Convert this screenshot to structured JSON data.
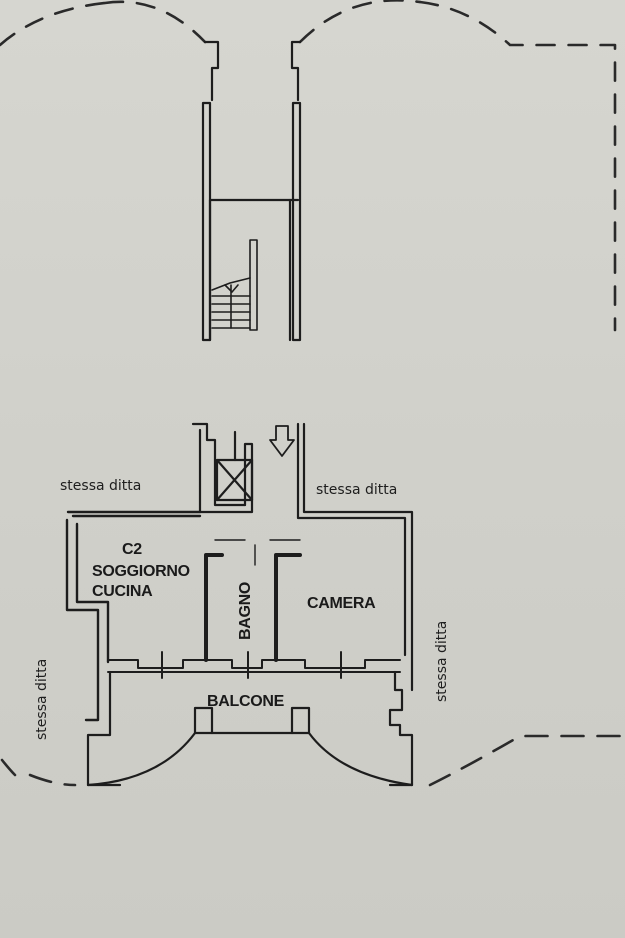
{
  "plan": {
    "unit_code": "C2",
    "rooms": {
      "living": [
        "SOGGIORNO",
        "CUCINA"
      ],
      "bathroom": "BAGNO",
      "bedroom": "CAMERA",
      "balcony": "BALCONE"
    },
    "neighbor_labels": {
      "top_left": "stessa ditta",
      "top_right": "stessa ditta",
      "left_side": "stessa ditta",
      "right_side": "stessa ditta"
    },
    "symbols": {
      "entrance": "down-arrow-icon",
      "elevator": "elevator-cross-icon",
      "stairs": "staircase-icon"
    },
    "colors": {
      "paper": "#d2d2cc",
      "ink": "#1a1a1a",
      "dashed": "#2a2a2a"
    }
  }
}
